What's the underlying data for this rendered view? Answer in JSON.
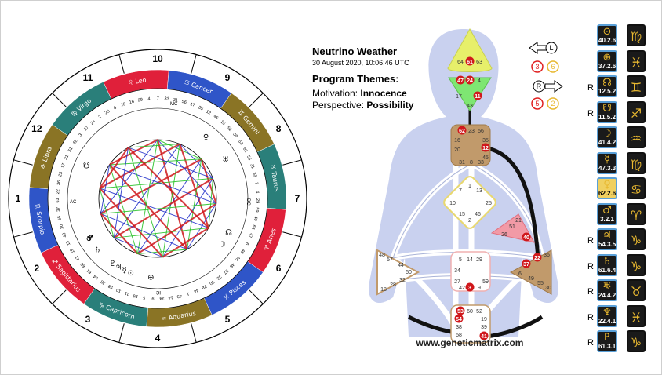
{
  "header": {
    "title": "Neutrino Weather",
    "datetime": "30 August 2020, 10:06:46 UTC",
    "themes_heading": "Program Themes:",
    "motivation_label": "Motivation:",
    "motivation_value": "Innocence",
    "perspective_label": "Perspective:",
    "perspective_value": "Possibility"
  },
  "wheel": {
    "houses": [
      "1",
      "2",
      "3",
      "4",
      "5",
      "6",
      "7",
      "8",
      "9",
      "10",
      "11",
      "12"
    ],
    "signs": [
      {
        "name": "Leo",
        "glyph": "♌",
        "color": "#e0203a"
      },
      {
        "name": "Cancer",
        "glyph": "♋",
        "color": "#2f55c8"
      },
      {
        "name": "Gemini",
        "glyph": "♊",
        "color": "#8a7425"
      },
      {
        "name": "Taurus",
        "glyph": "♉",
        "color": "#2a7f7a"
      },
      {
        "name": "Aries",
        "glyph": "♈",
        "color": "#e0203a"
      },
      {
        "name": "Pisces",
        "glyph": "♓",
        "color": "#2f55c8"
      },
      {
        "name": "Aquarius",
        "glyph": "♒",
        "color": "#8a7425"
      },
      {
        "name": "Capricorn",
        "glyph": "♑",
        "color": "#2a7f7a"
      },
      {
        "name": "Sagittarius",
        "glyph": "♐",
        "color": "#e0203a"
      },
      {
        "name": "Scorpio",
        "glyph": "♏",
        "color": "#2f55c8"
      },
      {
        "name": "Libra",
        "glyph": "♎",
        "color": "#8a7425"
      },
      {
        "name": "Virgo",
        "glyph": "♍",
        "color": "#2a7f7a"
      }
    ],
    "gate_ring": [
      "29",
      "4",
      "7",
      "33",
      "31",
      "56",
      "17",
      "35",
      "12",
      "45",
      "15",
      "52",
      "39",
      "53",
      "62",
      "56",
      "31",
      "33",
      "7",
      "4",
      "29",
      "59",
      "40",
      "64",
      "47",
      "6",
      "46",
      "18",
      "48",
      "57",
      "32",
      "50",
      "28",
      "44",
      "1",
      "43",
      "14",
      "34",
      "9",
      "5",
      "26",
      "11",
      "10",
      "58",
      "38",
      "54",
      "61",
      "60",
      "41",
      "19",
      "13",
      "49",
      "30",
      "55",
      "37",
      "63",
      "22",
      "36",
      "25",
      "17",
      "21",
      "51",
      "42",
      "3",
      "27",
      "24",
      "2",
      "23",
      "8",
      "20",
      "16"
    ],
    "angle_labels": {
      "mc": "MC",
      "ac": "AC",
      "dc": "DC",
      "ic": "IC"
    }
  },
  "bodygraph": {
    "watermark": "www.geneticmatrix.com",
    "head_gates": [
      "64",
      "61",
      "63"
    ],
    "ajna_gates": [
      "47",
      "24",
      "4",
      "17",
      "11",
      "43"
    ],
    "throat_gates": [
      "62",
      "23",
      "56",
      "16",
      "35",
      "20",
      "12",
      "45",
      "31",
      "8",
      "33"
    ],
    "g_gates": [
      "1",
      "7",
      "13",
      "10",
      "25",
      "15",
      "46",
      "2"
    ],
    "heart_gates": [
      "21",
      "51",
      "26",
      "40"
    ],
    "spleen_gates": [
      "48",
      "57",
      "44",
      "50",
      "32",
      "28",
      "18"
    ],
    "sacral_gates": [
      "5",
      "14",
      "29",
      "34",
      "27",
      "42",
      "3",
      "9",
      "59"
    ],
    "solar_gates": [
      "36",
      "22",
      "37",
      "6",
      "49",
      "55",
      "30"
    ],
    "root_gates": [
      "53",
      "60",
      "52",
      "54",
      "19",
      "38",
      "39",
      "58",
      "41"
    ]
  },
  "arrows": {
    "top_left_letter": "L",
    "top_values": [
      "3",
      "6"
    ],
    "bottom_letter": "R",
    "bottom_values": [
      "5",
      "2"
    ]
  },
  "planets": [
    {
      "planet_glyph": "⊙",
      "gate": "40.2.6",
      "sign_glyph": "♍",
      "retro": "",
      "highlight": false
    },
    {
      "planet_glyph": "⊕",
      "gate": "37.2.6",
      "sign_glyph": "♓",
      "retro": "",
      "highlight": false
    },
    {
      "planet_glyph": "☊",
      "gate": "12.5.2",
      "sign_glyph": "♊",
      "retro": "R",
      "highlight": false
    },
    {
      "planet_glyph": "☋",
      "gate": "11.5.2",
      "sign_glyph": "♐",
      "retro": "R",
      "highlight": false
    },
    {
      "planet_glyph": "☽",
      "gate": "41.4.2",
      "sign_glyph": "♒",
      "retro": "",
      "highlight": false
    },
    {
      "planet_glyph": "☿",
      "gate": "47.3.3",
      "sign_glyph": "♍",
      "retro": "",
      "highlight": false
    },
    {
      "planet_glyph": "♀",
      "gate": "62.2.6",
      "sign_glyph": "♋",
      "retro": "",
      "highlight": true
    },
    {
      "planet_glyph": "♂",
      "gate": "3.2.1",
      "sign_glyph": "♈",
      "retro": "",
      "highlight": false
    },
    {
      "planet_glyph": "♃",
      "gate": "54.3.5",
      "sign_glyph": "♑",
      "retro": "R",
      "highlight": false
    },
    {
      "planet_glyph": "♄",
      "gate": "61.6.4",
      "sign_glyph": "♑",
      "retro": "R",
      "highlight": false
    },
    {
      "planet_glyph": "♅",
      "gate": "24.4.2",
      "sign_glyph": "♉",
      "retro": "R",
      "highlight": false
    },
    {
      "planet_glyph": "♆",
      "gate": "22.4.1",
      "sign_glyph": "♓",
      "retro": "R",
      "highlight": false
    },
    {
      "planet_glyph": "♇",
      "gate": "61.3.1",
      "sign_glyph": "♑",
      "retro": "R",
      "highlight": false
    }
  ]
}
